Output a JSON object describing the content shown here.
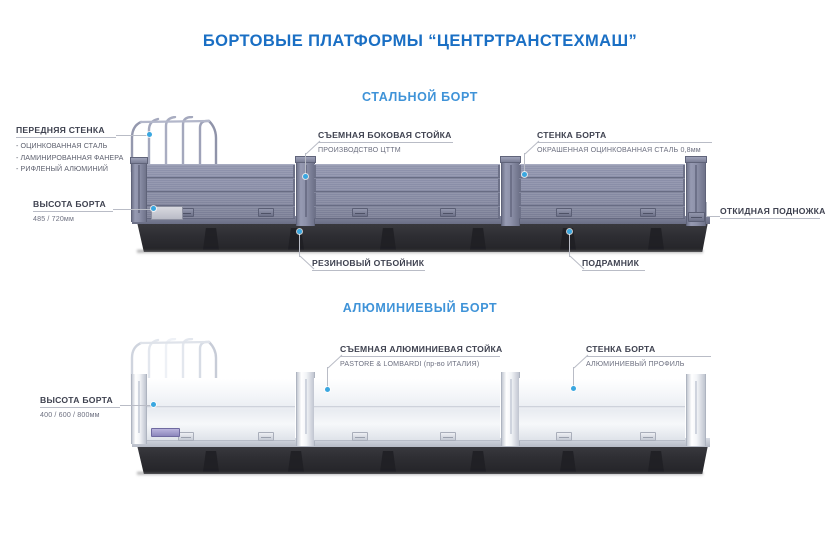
{
  "title": "БОРТОВЫЕ ПЛАТФОРМЫ  “ЦЕНТРТРАНСТЕХМАШ”",
  "sections": {
    "steel": {
      "heading": "СТАЛЬНОЙ БОРТ"
    },
    "aluminium": {
      "heading": "АЛЮМИНИЕВЫЙ БОРТ"
    }
  },
  "steel_callouts": {
    "front_wall": {
      "head": "ПЕРЕДНЯЯ СТЕНКА",
      "items": [
        "- ОЦИНКОВАННАЯ СТАЛЬ",
        "- ЛАМИНИРОВАННАЯ ФАНЕРА",
        "- РИФЛЕНЫЙ АЛЮМИНИЙ"
      ]
    },
    "side_height": {
      "head": "ВЫСОТА БОРТА",
      "sub": "485 / 720мм"
    },
    "removable_post": {
      "head": "СЪЕМНАЯ БОКОВАЯ СТОЙКА",
      "sub": "ПРОИЗВОДСТВО ЦТТМ"
    },
    "side_wall": {
      "head": "СТЕНКА БОРТА",
      "sub": "ОКРАШЕННАЯ  ОЦИНКОВАННАЯ СТАЛЬ  0,8мм"
    },
    "folding_step": {
      "head": "ОТКИДНАЯ ПОДНОЖКА"
    },
    "rubber_bumper": {
      "head": "РЕЗИНОВЫЙ ОТБОЙНИК"
    },
    "subframe": {
      "head": "ПОДРАМНИК"
    }
  },
  "aluminium_callouts": {
    "side_height": {
      "head": "ВЫСОТА БОРТА",
      "sub": "400 / 600 / 800мм"
    },
    "removable_post": {
      "head": "СЪЕМНАЯ АЛЮМИНИЕВАЯ СТОЙКА",
      "sub": "PASTORE & LOMBARDI (пр-во ИТАЛИЯ)"
    },
    "side_wall": {
      "head": "СТЕНКА БОРТА",
      "sub": "АЛЮМИНИЕВЫЙ ПРОФИЛЬ"
    }
  },
  "colors": {
    "title": "#1a6fc4",
    "section_heading": "#3f93d8",
    "callout_head": "#3f4250",
    "callout_sub": "#6d7080",
    "marker_dot": "#3aa7e0",
    "steel_body": "#8a8ea8",
    "aluminium_body": "#eef1f5",
    "subframe": "#2e2e33"
  }
}
